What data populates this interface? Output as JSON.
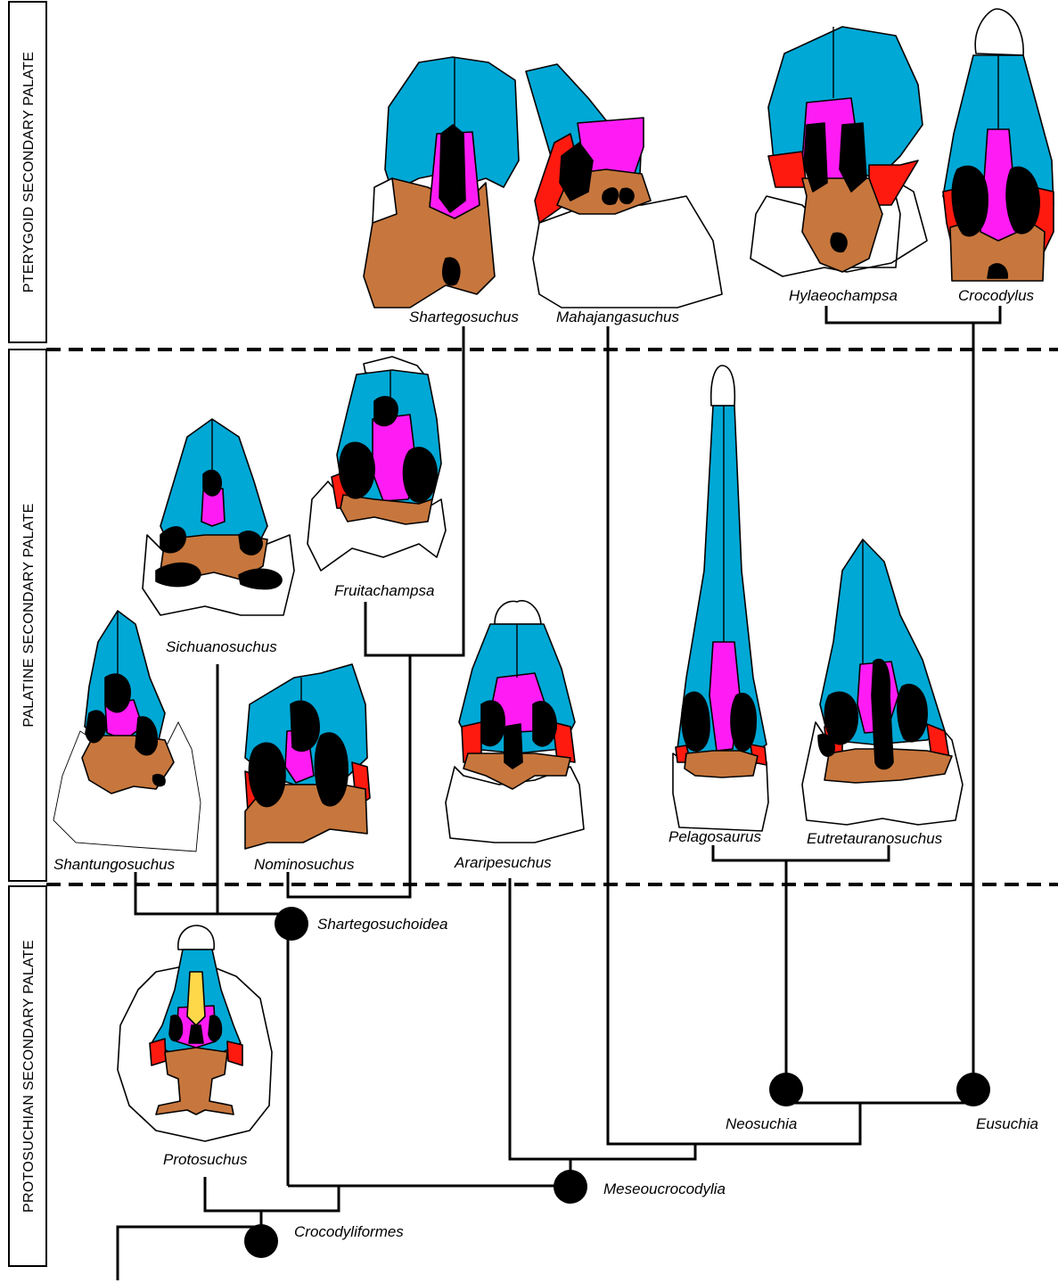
{
  "colors": {
    "blue": "#00a8d6",
    "magenta": "#ff1cf4",
    "brown": "#c7773d",
    "red": "#ff1a10",
    "black": "#000000",
    "yellow": "#ffd84a",
    "white": "#ffffff"
  },
  "zones": [
    {
      "id": "pterygoid",
      "label": "PTERYGOID SECONDARY PALATE"
    },
    {
      "id": "palatine",
      "label": "PALATINE SECONDARY PALATE"
    },
    {
      "id": "protosuchian",
      "label": "PROTOSUCHIAN SECONDARY PALATE"
    }
  ],
  "taxa": [
    {
      "id": "shartegosuchus",
      "label": "Shartegosuchus"
    },
    {
      "id": "mahajangasuchus",
      "label": "Mahajangasuchus"
    },
    {
      "id": "hylaeochampsa",
      "label": "Hylaeochampsa"
    },
    {
      "id": "crocodylus",
      "label": "Crocodylus"
    },
    {
      "id": "fruitachampsa",
      "label": "Fruitachampsa"
    },
    {
      "id": "sichuanosuchus",
      "label": "Sichuanosuchus"
    },
    {
      "id": "shantungosuchus",
      "label": "Shantungosuchus"
    },
    {
      "id": "nominosuchus",
      "label": "Nominosuchus"
    },
    {
      "id": "araripesuchus",
      "label": "Araripesuchus"
    },
    {
      "id": "pelagosaurus",
      "label": "Pelagosaurus"
    },
    {
      "id": "eutretauranosuchus",
      "label": "Eutretauranosuchus"
    },
    {
      "id": "protosuchus",
      "label": "Protosuchus"
    }
  ],
  "clades": [
    {
      "id": "shartegosuchoidea",
      "label": "Shartegosuchoidea"
    },
    {
      "id": "neosuchia",
      "label": "Neosuchia"
    },
    {
      "id": "eusuchia",
      "label": "Eusuchia"
    },
    {
      "id": "meseoucrocodylia",
      "label": "Meseoucrocodylia"
    },
    {
      "id": "crocodyliformes",
      "label": "Crocodyliformes"
    }
  ]
}
